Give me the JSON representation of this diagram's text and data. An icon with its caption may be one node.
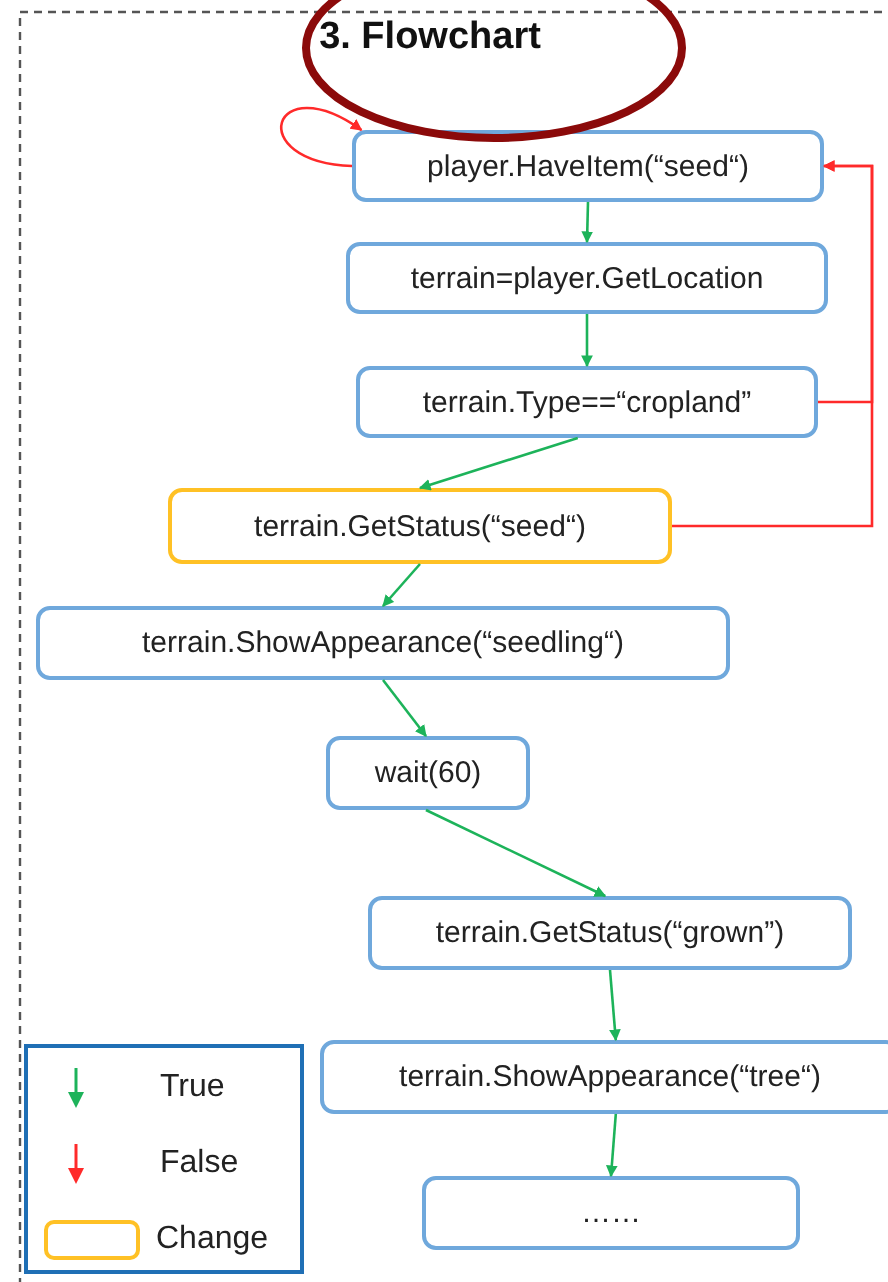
{
  "diagram": {
    "title": "3. Flowchart",
    "nodes": [
      {
        "text": [
          "player.HaveItem(“seed“)"
        ]
      },
      {
        "text": [
          "terrain=player.GetLocation"
        ]
      },
      {
        "text": [
          "terrain.Type==“cropland”"
        ]
      },
      {
        "text": [
          "terrain.GetStatus(“seed“)"
        ]
      },
      {
        "text": [
          "terrain.ShowAppearance(“seedling“)"
        ]
      },
      {
        "text": [
          "wait(60)"
        ]
      },
      {
        "text": [
          "terrain.GetStatus(“grown”)"
        ]
      },
      {
        "text": [
          "terrain.ShowAppearance(“tree“)"
        ]
      },
      {
        "text": [
          "……"
        ]
      }
    ],
    "edges": [
      {
        "from": 0,
        "to": 1,
        "arrow": "to"
      },
      {
        "from": 1,
        "to": 2,
        "arrow": "to"
      },
      {
        "from": 2,
        "to": 3,
        "arrow": "to"
      },
      {
        "from": 3,
        "to": 4,
        "arrow": "to"
      },
      {
        "from": 4,
        "to": 5,
        "arrow": "to"
      },
      {
        "from": 5,
        "to": 6,
        "arrow": "to"
      },
      {
        "from": 6,
        "to": 7,
        "arrow": "to"
      },
      {
        "from": 7,
        "to": 8,
        "arrow": "to"
      },
      {
        "from": 0,
        "to": 0,
        "arrow": "to",
        "color": "#ff2a2a"
      },
      {
        "from": 2,
        "to": 0,
        "arrow": "to",
        "color": "#ff2a2a"
      },
      {
        "from": 3,
        "to": 0,
        "arrow": "to",
        "color": "#ff2a2a"
      }
    ],
    "legend": [
      {
        "text": "True"
      },
      {
        "text": "False"
      },
      {
        "text": "Change"
      }
    ]
  }
}
